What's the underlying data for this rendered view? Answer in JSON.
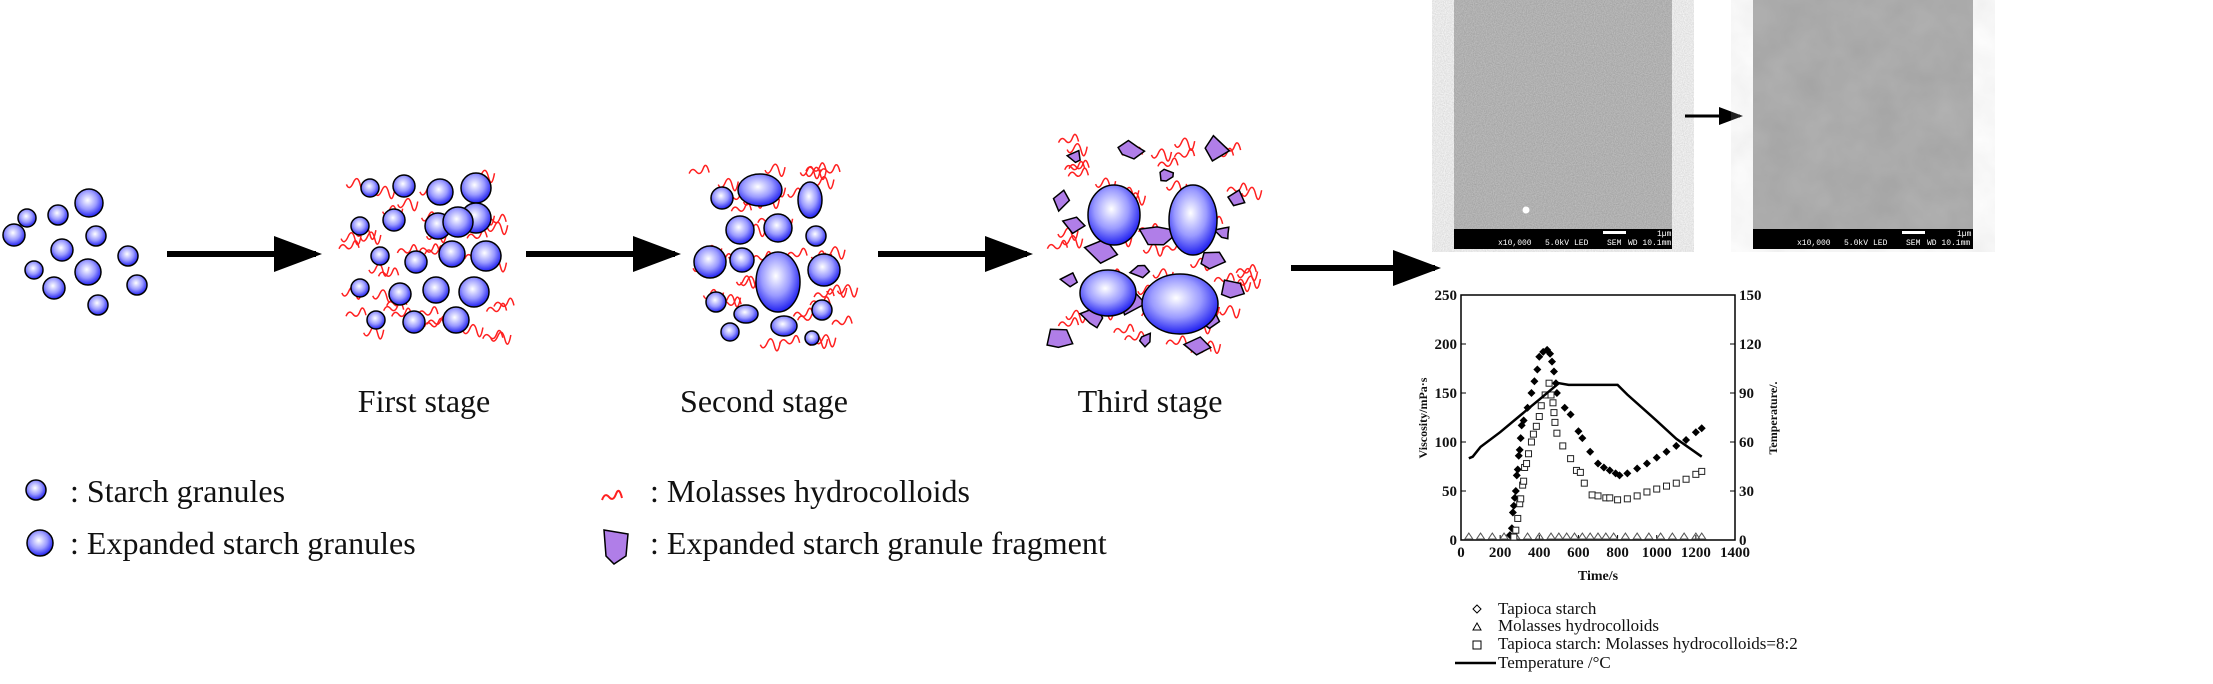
{
  "stages": {
    "first": "First stage",
    "second": "Second stage",
    "third": "Third stage"
  },
  "legend": {
    "starch": ": Starch granules",
    "expanded": ": Expanded starch granules",
    "molasses": ": Molasses hydrocolloids",
    "fragment": ": Expanded starch granule fragment"
  },
  "sem_images": [
    {
      "magnification": "x10,000",
      "voltage": "5.0kV",
      "detector": "LED",
      "mode": "SEM",
      "wd": "WD 10.1mm",
      "scale": "1µm"
    },
    {
      "magnification": "x10,000",
      "voltage": "5.0kV",
      "detector": "LED",
      "mode": "SEM",
      "wd": "WD 10.1mm",
      "scale": "1µm"
    }
  ],
  "colors": {
    "granule": "#3a3aff",
    "fragment": "#b07ee8",
    "hydrocolloid": "#ff2020"
  },
  "chart_data": {
    "type": "scatter",
    "xlabel": "Time/s",
    "ylabel": "Viscosity/mPa·s",
    "y2label": "Temperature/.",
    "xlim": [
      0,
      1400
    ],
    "ylim": [
      0,
      250
    ],
    "y2lim": [
      0,
      150
    ],
    "xticks": [
      0,
      200,
      400,
      600,
      800,
      1000,
      1200,
      1400
    ],
    "yticks": [
      0,
      50,
      100,
      150,
      200,
      250
    ],
    "y2ticks": [
      0,
      30,
      60,
      90,
      120,
      150
    ],
    "legend_labels": [
      "Tapioca starch",
      "Molasses hydrocolloids",
      "Tapioca starch: Molasses hydrocolloids=8:2",
      "Temperature /°C"
    ],
    "series": [
      {
        "name": "Tapioca starch",
        "marker": "diamond-filled",
        "x": [
          250,
          260,
          265,
          270,
          275,
          280,
          285,
          290,
          295,
          300,
          305,
          310,
          320,
          340,
          360,
          375,
          390,
          400,
          420,
          440,
          455,
          465,
          475,
          485,
          490,
          530,
          560,
          600,
          620,
          660,
          700,
          730,
          760,
          790,
          810,
          850,
          900,
          950,
          1000,
          1050,
          1100,
          1150,
          1200,
          1230
        ],
        "y": [
          5,
          12,
          28,
          35,
          43,
          50,
          66,
          72,
          86,
          92,
          104,
          117,
          122,
          135,
          150,
          162,
          174,
          187,
          192,
          194,
          190,
          182,
          172,
          160,
          150,
          135,
          128,
          111,
          104,
          90,
          78,
          74,
          71,
          68,
          66,
          68,
          73,
          78,
          84,
          90,
          96,
          102,
          110,
          114
        ]
      },
      {
        "name": "Molasses hydrocolloids",
        "marker": "triangle",
        "x": [
          40,
          100,
          160,
          220,
          280,
          340,
          400,
          460,
          500,
          540,
          580,
          620,
          660,
          700,
          740,
          780,
          840,
          900,
          960,
          1020,
          1080,
          1140,
          1200,
          1230
        ],
        "y": [
          3,
          3,
          3,
          3,
          3,
          3,
          3,
          3,
          3,
          3,
          3,
          3,
          3,
          3,
          3,
          3,
          3,
          3,
          3,
          3,
          3,
          3,
          3,
          3
        ]
      },
      {
        "name": "Tapioca starch: Molasses hydrocolloids=8:2",
        "marker": "square",
        "x": [
          270,
          280,
          290,
          300,
          305,
          315,
          320,
          325,
          335,
          345,
          360,
          370,
          385,
          400,
          410,
          430,
          450,
          460,
          470,
          475,
          480,
          490,
          520,
          560,
          590,
          610,
          630,
          670,
          700,
          740,
          760,
          800,
          850,
          900,
          950,
          1000,
          1050,
          1100,
          1150,
          1200,
          1230
        ],
        "y": [
          3,
          10,
          22,
          37,
          42,
          56,
          60,
          74,
          78,
          88,
          100,
          108,
          116,
          126,
          137,
          148,
          160,
          148,
          140,
          130,
          120,
          109,
          96,
          83,
          71,
          69,
          58,
          46,
          45,
          43,
          43,
          41,
          42,
          45,
          49,
          52,
          55,
          58,
          62,
          67,
          70
        ]
      },
      {
        "name": "Temperature /°C",
        "marker": "line",
        "axis": "right",
        "x": [
          40,
          60,
          100,
          200,
          300,
          400,
          500,
          550,
          700,
          800,
          850,
          1000,
          1100,
          1230
        ],
        "y": [
          50,
          51,
          57,
          66,
          76,
          86,
          96,
          95,
          95,
          95,
          89,
          73,
          62,
          51
        ]
      }
    ]
  }
}
